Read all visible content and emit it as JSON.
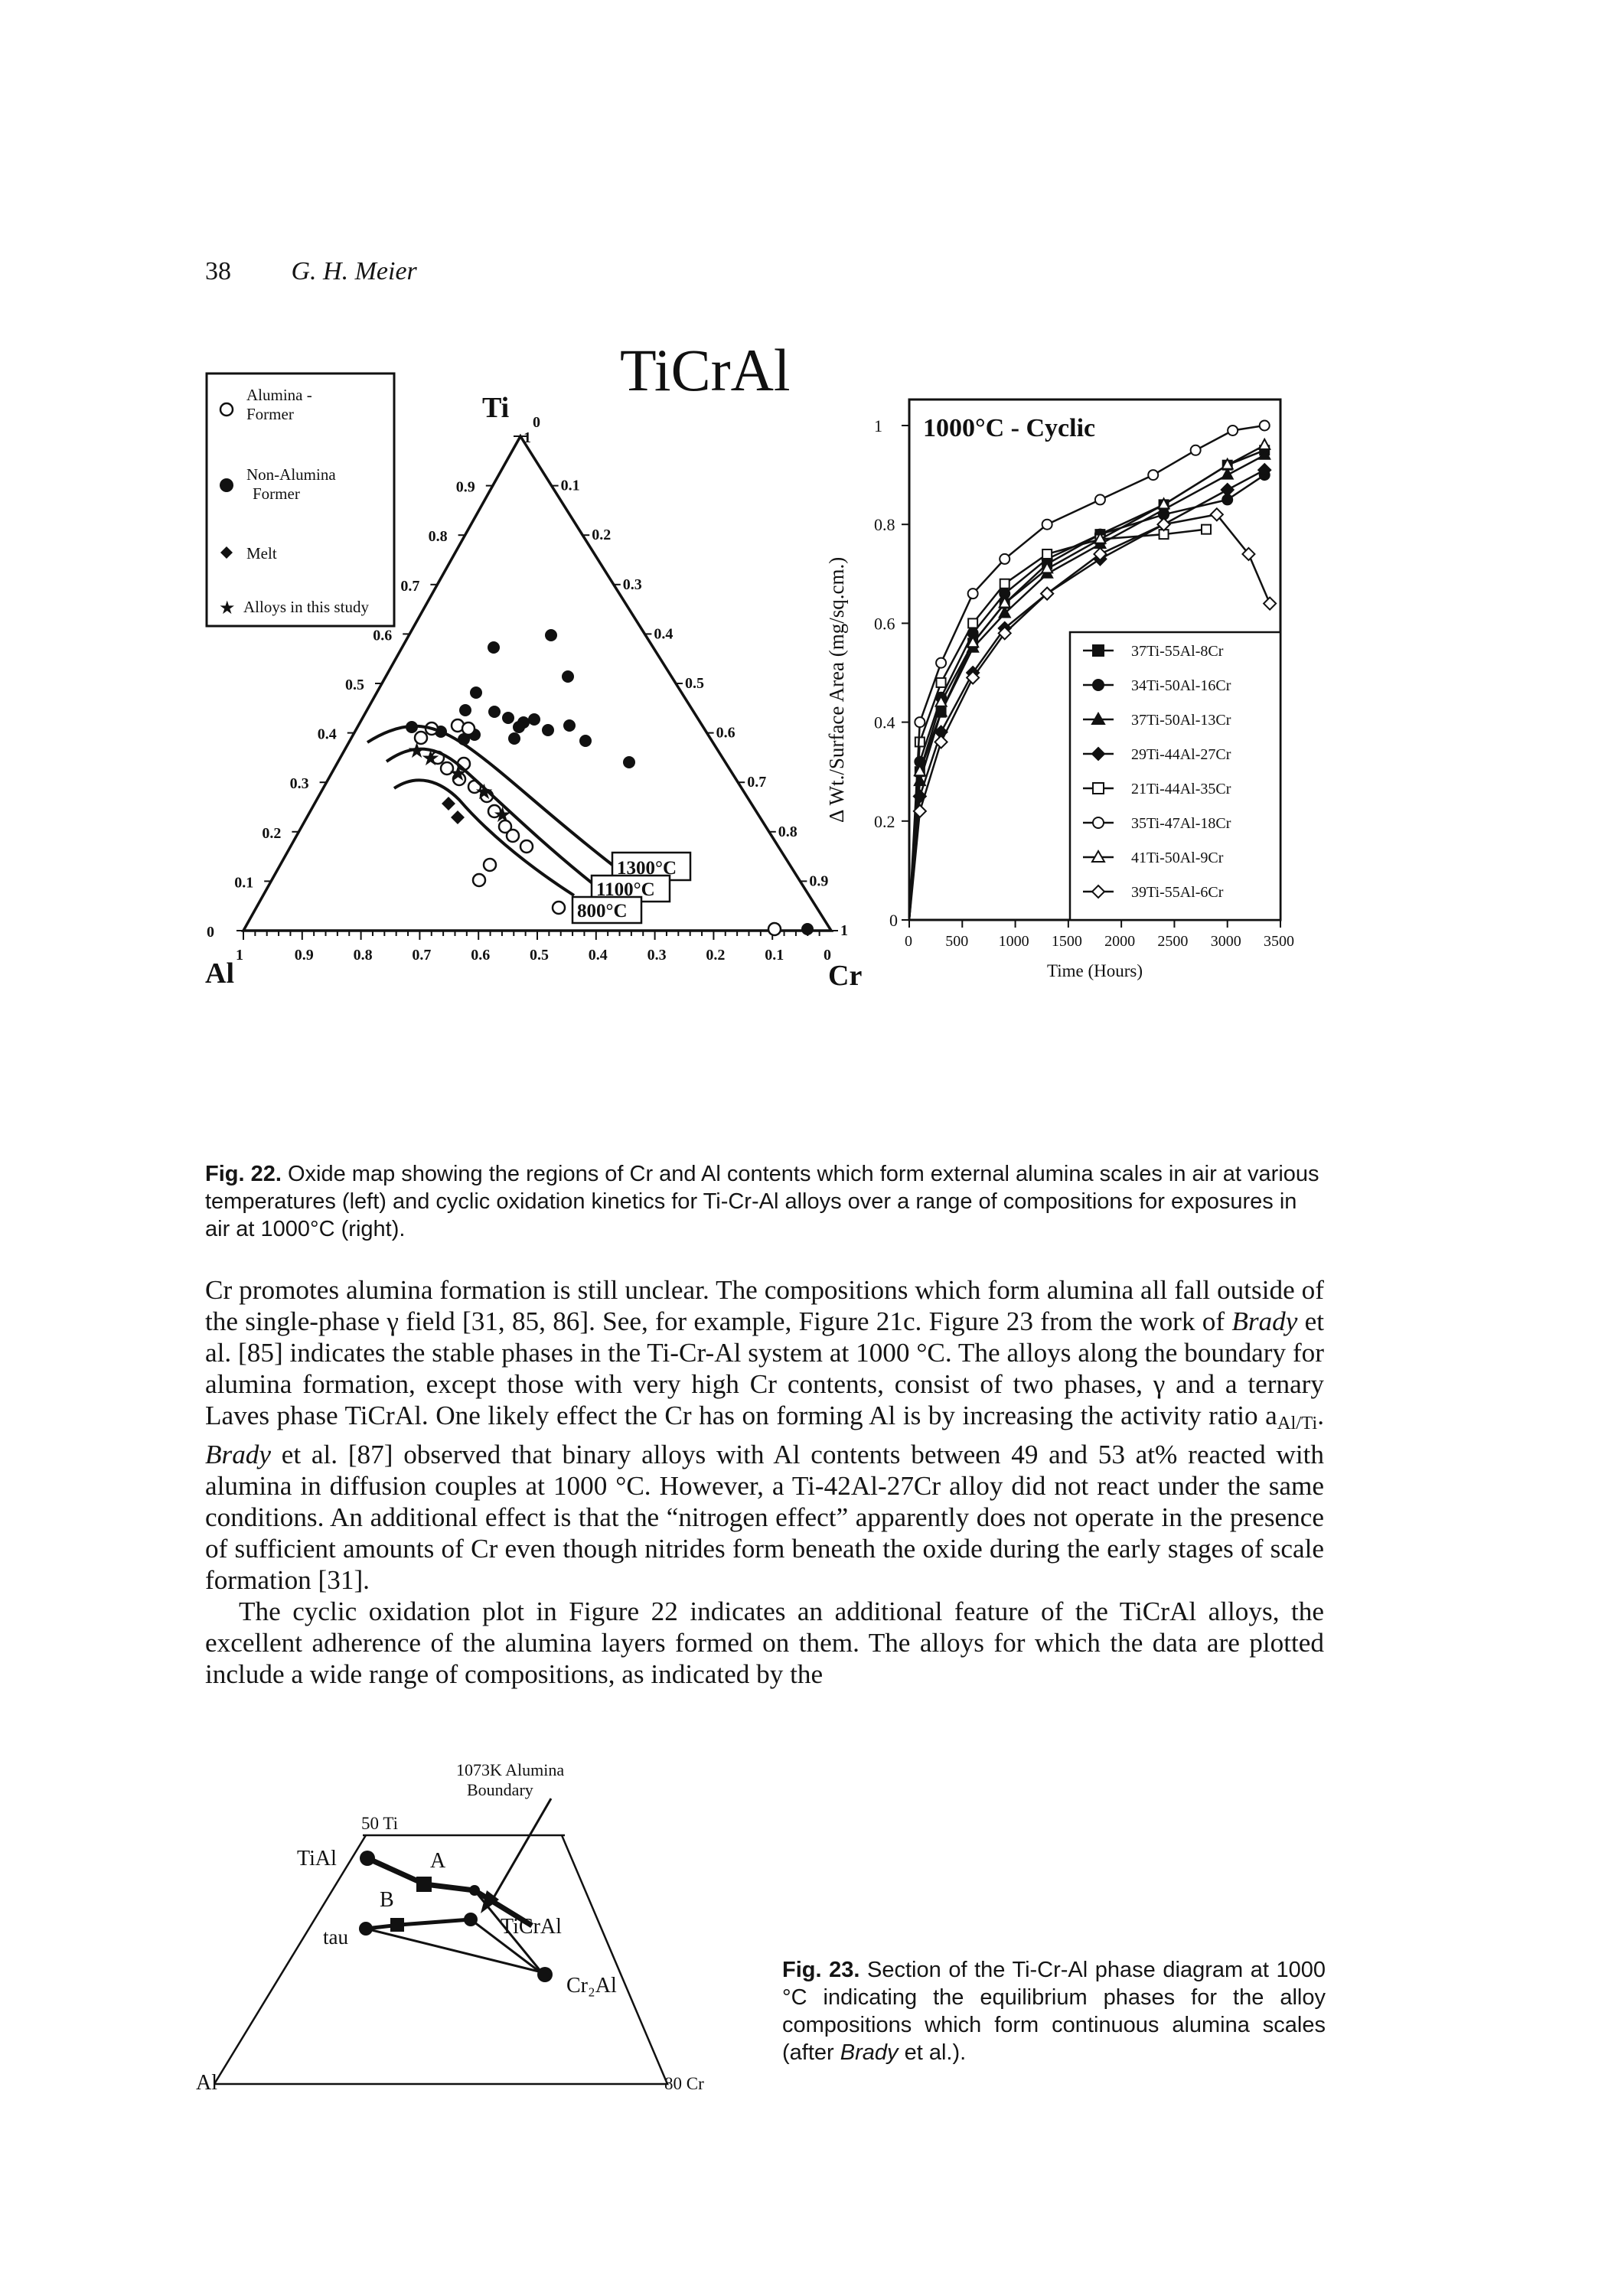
{
  "header": {
    "page_number": "38",
    "author": "G. H. Meier"
  },
  "fig22": {
    "caption_label": "Fig. 22.",
    "caption_text": "Oxide map showing the regions of Cr and Al contents which form external alumina scales in air at various temperatures (left) and cyclic oxidation kinetics for Ti-Cr-Al alloys over a range of compositions for exposures in air at 1000°C (right).",
    "ternary": {
      "title": "TiCrAl",
      "apex_top": "Ti",
      "apex_left": "Al",
      "apex_right": "Cr",
      "left_side_ticks": [
        "0",
        "0.1",
        "0.2",
        "0.3",
        "0.4",
        "0.5",
        "0.6",
        "0.7",
        "0.8",
        "0.9",
        "1"
      ],
      "right_side_ticks": [
        "0",
        "0.1",
        "0.2",
        "0.3",
        "0.4",
        "0.5",
        "0.6",
        "0.7",
        "0.8",
        "0.9",
        "1"
      ],
      "bottom_ticks": [
        "1",
        "0.9",
        "0.8",
        "0.7",
        "0.6",
        "0.5",
        "0.4",
        "0.3",
        "0.2",
        "0.1",
        "0"
      ],
      "legend": [
        {
          "symbol": "○",
          "label": "Alumina-Former"
        },
        {
          "symbol": "●",
          "label": "Non-Alumina Former"
        },
        {
          "symbol": "◆",
          "label": "Melt"
        },
        {
          "symbol": "★",
          "label": "Alloys in this study"
        }
      ],
      "boundary_labels": [
        "1300°C",
        "1100°C",
        "800°C"
      ]
    },
    "cyclic": {
      "title": "1000°C - Cyclic",
      "ylabel": "Δ Wt./Surface Area (mg/sq.cm.)",
      "xlabel": "Time (Hours)",
      "y_ticks": [
        "0",
        "0.2",
        "0.4",
        "0.6",
        "0.8",
        "1"
      ],
      "x_ticks": [
        "0",
        "500",
        "1000",
        "1500",
        "2000",
        "2500",
        "3000",
        "3500"
      ],
      "legend": [
        "37Ti-55Al-8Cr",
        "34Ti-50Al-16Cr",
        "37Ti-50Al-13Cr",
        "29Ti-44Al-27Cr",
        "21Ti-44Al-35Cr",
        "35Ti-47Al-18Cr",
        "41Ti-50Al-9Cr",
        "39Ti-55Al-6Cr"
      ]
    }
  },
  "body": {
    "p1": "Cr promotes alumina formation is still unclear. The compositions which form alumina all fall outside of the single-phase γ field [31, 85, 86]. See, for example, Figure 21c. Figure 23 from the work of Brady et al. [85] indicates the stable phases in the Ti-Cr-Al system at 1000 °C. The alloys along the boundary for alumina formation, except those with very high Cr contents, consist of two phases, γ and a ternary Laves phase TiCrAl. One likely effect the Cr has on forming Al is by increasing the activity ratio aAl/Ti. Brady et al. [87] observed that binary alloys with Al contents between 49 and 53 at% reacted with alumina in diffusion couples at 1000 °C. However, a Ti-42Al-27Cr alloy did not react under the same conditions. An additional effect is that the \"nitrogen effect\" apparently does not operate in the presence of sufficient amounts of Cr even though nitrides form beneath the oxide during the early stages of scale formation [31].",
    "p1_a": "Cr promotes alumina formation is still unclear. The compositions which form alumina all fall outside of the single-phase γ field [31, 85, 86]. See, for example, Figure 21c. Figure 23 from the work of ",
    "p1_b": "Brady",
    "p1_c": " et al. [85] indicates the stable phases in the Ti-Cr-Al system at 1000 °C. The alloys along the boundary for alumina formation, except those with very high Cr contents, consist of two phases, γ and a ternary Laves phase TiCrAl. One likely effect the Cr has on forming Al is by increasing the activity ratio a",
    "p1_sub": "Al/Ti",
    "p1_d": ". ",
    "p1_e": "Brady",
    "p1_f": " et al. [87] observed that binary alloys with Al contents between 49 and 53 at% reacted with alumina in diffusion couples at 1000 °C. However, a Ti-42Al-27Cr alloy did not react under the same conditions. An additional effect is that the “nitrogen effect” apparently does not operate in the presence of sufficient amounts of Cr even though nitrides form beneath the oxide during the early stages of scale formation [31].",
    "p2": "The cyclic oxidation plot in Figure 22 indicates an additional feature of the TiCrAl alloys, the excellent adherence of the alumina layers formed on them. The alloys for which the data are plotted include a wide range of compositions, as indicated by the"
  },
  "fig23": {
    "caption_label": "Fig. 23.",
    "caption_a": "Section of the Ti-Cr-Al phase diagram at 1000 °C indicating the equilibrium phases for the alloy compositions which form continuous alumina scales (after ",
    "caption_b": "Brady",
    "caption_c": " et al.).",
    "labels": {
      "boundary": "1073K Alumina Boundary",
      "ti50": "50 Ti",
      "tial": "TiAl",
      "a": "A",
      "b": "B",
      "tau": "tau",
      "ticral": "TiCrAl",
      "cr2al": "Cr₂Al",
      "al": "Al",
      "cr80": "80 Cr"
    }
  }
}
